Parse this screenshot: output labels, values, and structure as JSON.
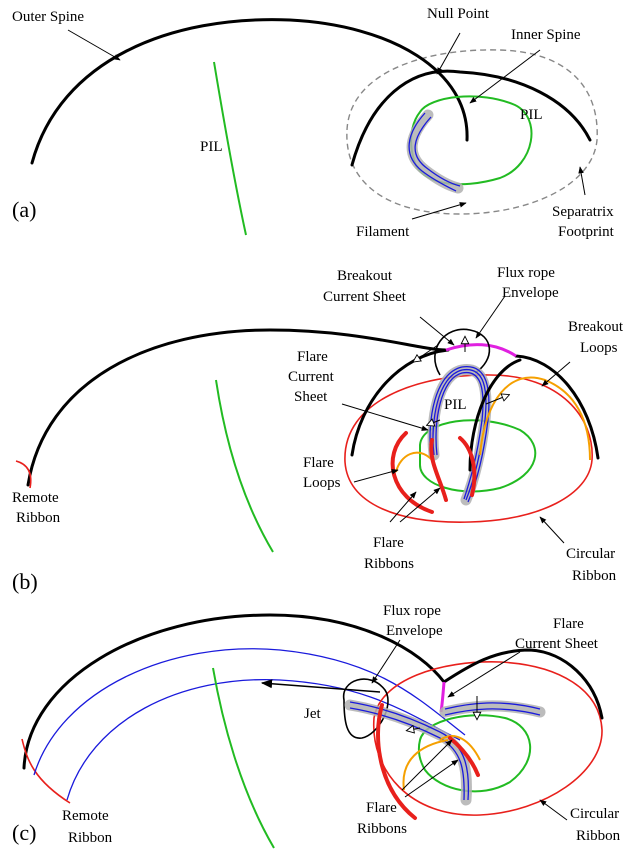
{
  "panels": {
    "a": {
      "panel_label": "(a)",
      "outer_spine": "Outer Spine",
      "null_point": "Null Point",
      "inner_spine": "Inner Spine",
      "pil_left": "PIL",
      "pil_right": "PIL",
      "filament": "Filament",
      "separatrix_1": "Separatrix",
      "separatrix_2": "Footprint"
    },
    "b": {
      "panel_label": "(b)",
      "breakout_cs_1": "Breakout",
      "breakout_cs_2": "Current Sheet",
      "flux_rope_1": "Flux rope",
      "flux_rope_2": "Envelope",
      "breakout_loops_1": "Breakout",
      "breakout_loops_2": "Loops",
      "pil": "PIL",
      "flare_cs_1": "Flare",
      "flare_cs_2": "Current",
      "flare_cs_3": "Sheet",
      "flare_loops_1": "Flare",
      "flare_loops_2": "Loops",
      "remote_ribbon_1": "Remote",
      "remote_ribbon_2": "Ribbon",
      "flare_ribbons_1": "Flare",
      "flare_ribbons_2": "Ribbons",
      "circular_ribbon_1": "Circular",
      "circular_ribbon_2": "Ribbon"
    },
    "c": {
      "panel_label": "(c)",
      "flux_rope_1": "Flux rope",
      "flux_rope_2": "Envelope",
      "flare_cs_1": "Flare",
      "flare_cs_2": "Current Sheet",
      "jet": "Jet",
      "remote_ribbon_1": "Remote",
      "remote_ribbon_2": "Ribbon",
      "flare_ribbons_1": "Flare",
      "flare_ribbons_2": "Ribbons",
      "circular_ribbon_1": "Circular",
      "circular_ribbon_2": "Ribbon"
    }
  },
  "colors": {
    "spine": "#000000",
    "pil": "#22bb22",
    "ribbon": "#e8201c",
    "flare_loops": "#f5a000",
    "breakout_current_sheet": "#e020e0",
    "flux_rope": "#1a1adc",
    "separatrix_footprint": "#888888"
  }
}
